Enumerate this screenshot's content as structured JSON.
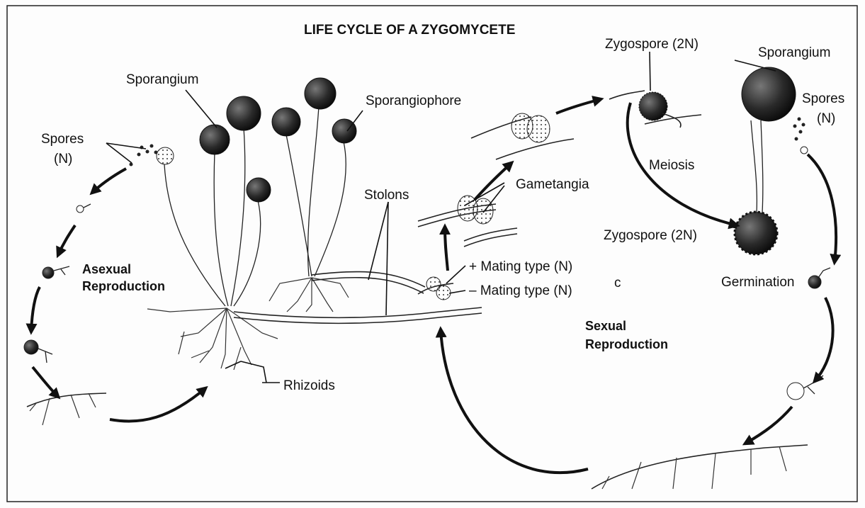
{
  "title": "LIFE CYCLE OF A ZYGOMYCETE",
  "labels": {
    "sporangium_left": "Sporangium",
    "sporangiophore": "Sporangiophore",
    "spores_left_1": "Spores",
    "spores_left_2": "(N)",
    "asexual_1": "Asexual",
    "asexual_2": "Reproduction",
    "stolons": "Stolons",
    "rhizoids": "Rhizoids",
    "gametangia": "Gametangia",
    "mating_plus": "+  Mating type (N)",
    "mating_minus": "–  Mating type (N)",
    "mating_minus_note": "c",
    "zygospore_top": "Zygospore (2N)",
    "meiosis": "Meiosis",
    "zygospore_mid": "Zygospore (2N)",
    "sporangium_right": "Sporangium",
    "spores_right_1": "Spores",
    "spores_right_2": "(N)",
    "germination": "Germination",
    "sexual_1": "Sexual",
    "sexual_2": "Reproduction"
  },
  "colors": {
    "ink": "#111111",
    "sporangium_fill": "#2a2a2a",
    "background": "#fdfdfd"
  }
}
